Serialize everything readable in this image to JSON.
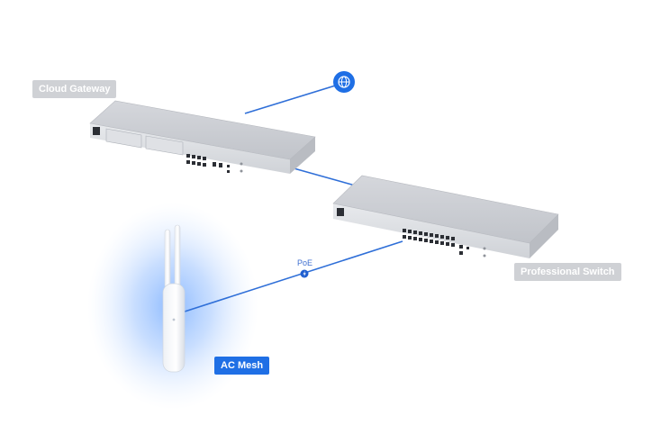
{
  "labels": {
    "gateway": "Cloud Gateway",
    "switch": "Professional Switch",
    "mesh": "AC Mesh",
    "poe": "PoE"
  },
  "icons": {
    "internet": "globe-icon",
    "poe": "lightning-icon"
  },
  "colors": {
    "accent": "#1f6fe5",
    "link_line": "#2f6fd8",
    "label_gray": "#cfd1d5",
    "glow": "#7fb2ff"
  }
}
